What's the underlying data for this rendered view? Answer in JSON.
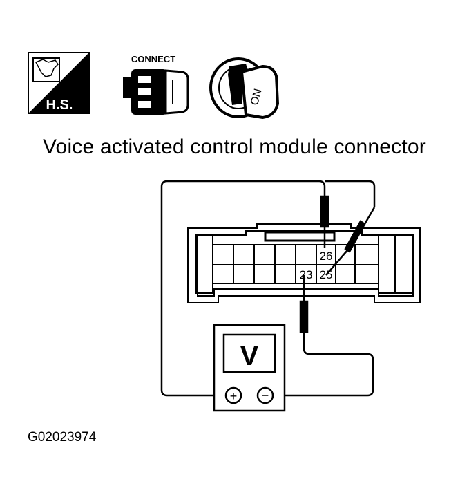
{
  "icons": {
    "hs_label": "H.S.",
    "connect_label": "CONNECT",
    "ignition_label": "ON"
  },
  "title": "Voice activated control module connector",
  "terminals": {
    "t26": "26",
    "t23": "23",
    "t25": "25"
  },
  "meter": {
    "unit": "V",
    "positive_symbol": "+",
    "negative_symbol": "−"
  },
  "figure_id": "G02023974"
}
